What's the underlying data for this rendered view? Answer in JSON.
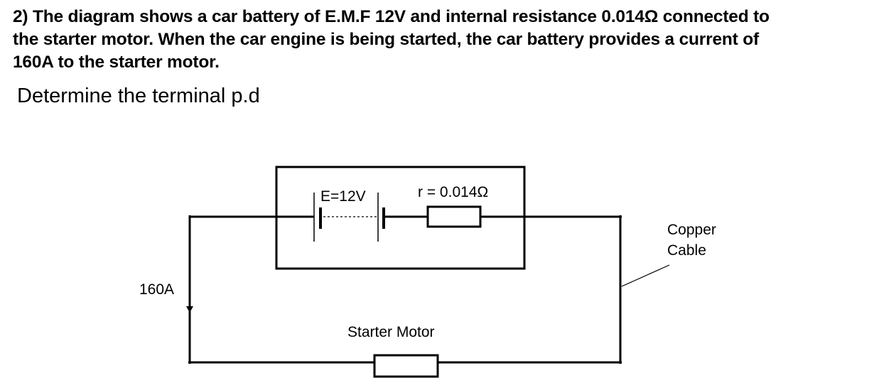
{
  "question": {
    "line1": "2) The diagram shows a car battery of E.M.F 12V and internal resistance 0.014Ω connected to",
    "line2": "the starter motor. When the car engine is being started, the car battery provides a current of",
    "line3": "160A to the starter motor."
  },
  "task": "Determine the terminal p.d",
  "diagram": {
    "emf_label": "E=12V",
    "internal_resistance_label": "r = 0.014Ω",
    "current_label": "160A",
    "load_label": "Starter Motor",
    "cable_label_line1": "Copper",
    "cable_label_line2": "Cable"
  }
}
